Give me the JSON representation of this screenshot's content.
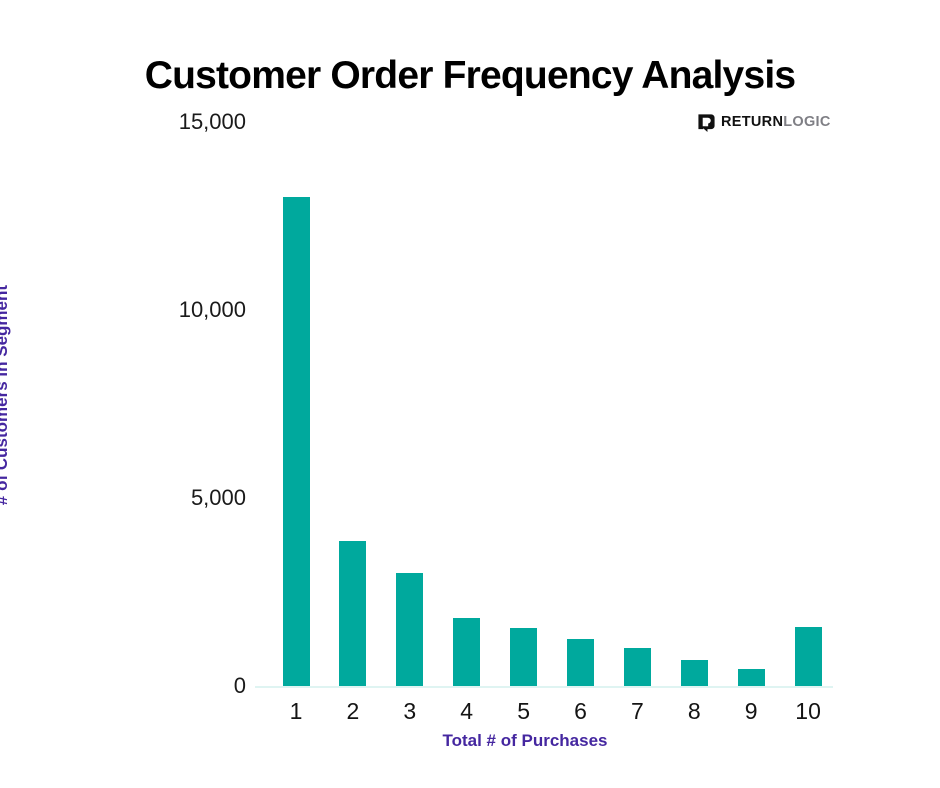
{
  "header": {
    "title": "Customer Order Frequency Analysis",
    "logo": {
      "mark": "returnlogic-r-arrow-icon",
      "word_primary": "RETURN",
      "word_secondary": "LOGIC"
    }
  },
  "colors": {
    "bar": "#00a99d",
    "axis_title": "#4527a0",
    "title": "#000000",
    "tick": "#141414",
    "baseline": "#dff4f2",
    "background": "#ffffff",
    "logo_primary": "#111111",
    "logo_secondary": "#7f7f85"
  },
  "chart_data": {
    "type": "bar",
    "title": "Customer Order Frequency Analysis",
    "subtitle": "",
    "xlabel": "Total # of Purchases",
    "ylabel": "# of Customers in Segment",
    "categories": [
      "1",
      "2",
      "3",
      "4",
      "5",
      "6",
      "7",
      "8",
      "9",
      "10"
    ],
    "values": [
      13000,
      3850,
      3000,
      1800,
      1550,
      1250,
      1020,
      700,
      450,
      1570
    ],
    "series": [
      {
        "name": "# of Customers in Segment",
        "values": [
          13000,
          3850,
          3000,
          1800,
          1550,
          1250,
          1020,
          700,
          450,
          1570
        ]
      }
    ],
    "ylim": [
      0,
      15000
    ],
    "yticks": [
      0,
      5000,
      10000,
      15000
    ],
    "ytick_labels": [
      "0",
      "5,000",
      "10,000",
      "15,000"
    ],
    "xtick_labels": [
      "1",
      "2",
      "3",
      "4",
      "5",
      "6",
      "7",
      "8",
      "9",
      "10"
    ],
    "grid": false,
    "legend": false,
    "legend_position": "none",
    "bar_color": "#00a99d",
    "annotations": []
  }
}
